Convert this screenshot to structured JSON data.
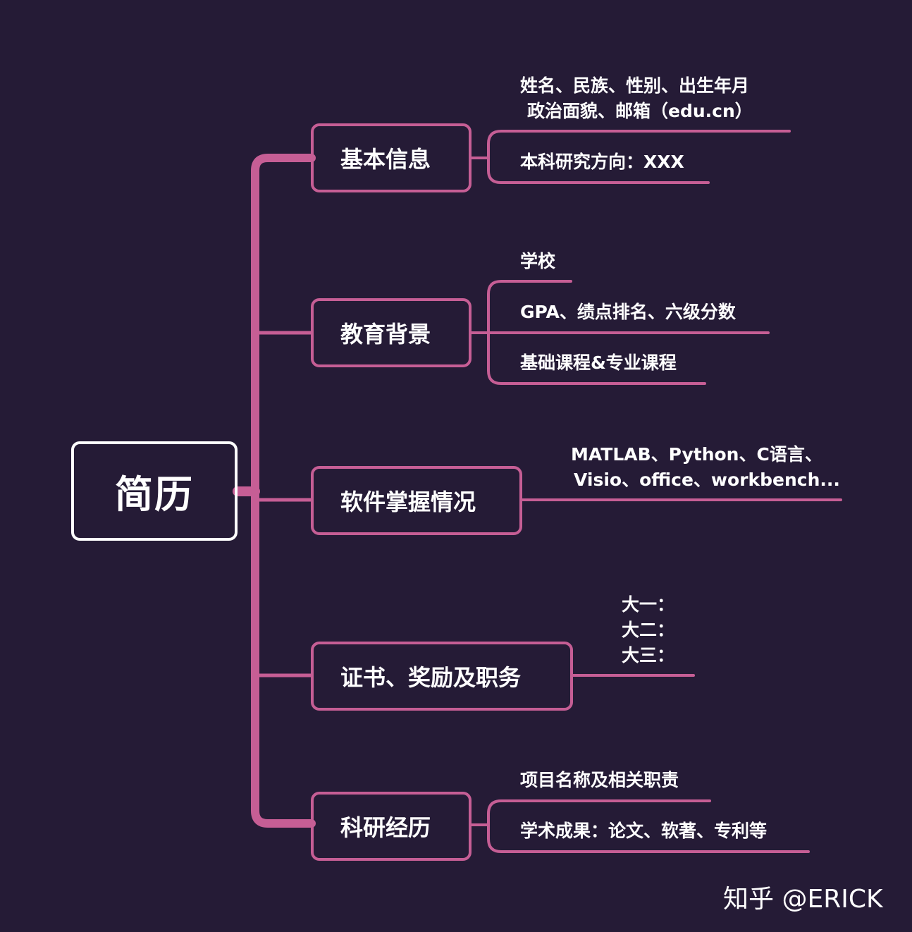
{
  "root": {
    "label": "简历"
  },
  "branches": [
    {
      "label": "基本信息",
      "leaves": [
        "姓名、民族、性别、出生年月",
        "政治面貌、邮箱（edu.cn）",
        "本科研究方向：XXX"
      ]
    },
    {
      "label": "教育背景",
      "leaves": [
        "学校",
        "GPA、绩点排名、六级分数",
        "基础课程&专业课程"
      ]
    },
    {
      "label": "软件掌握情况",
      "leaves": [
        "MATLAB、Python、C语言、",
        "Visio、office、workbench..."
      ]
    },
    {
      "label": "证书、奖励及职务",
      "leaves": [
        "大一：",
        "大二：",
        "大三："
      ]
    },
    {
      "label": "科研经历",
      "leaves": [
        "项目名称及相关职责",
        "学术成果：论文、软著、专利等"
      ]
    }
  ],
  "watermark": "知乎 @ERICK",
  "colors": {
    "background": "#251b36",
    "accent": "#c65e95",
    "root_border": "#ffffff",
    "text": "#ffffff"
  }
}
